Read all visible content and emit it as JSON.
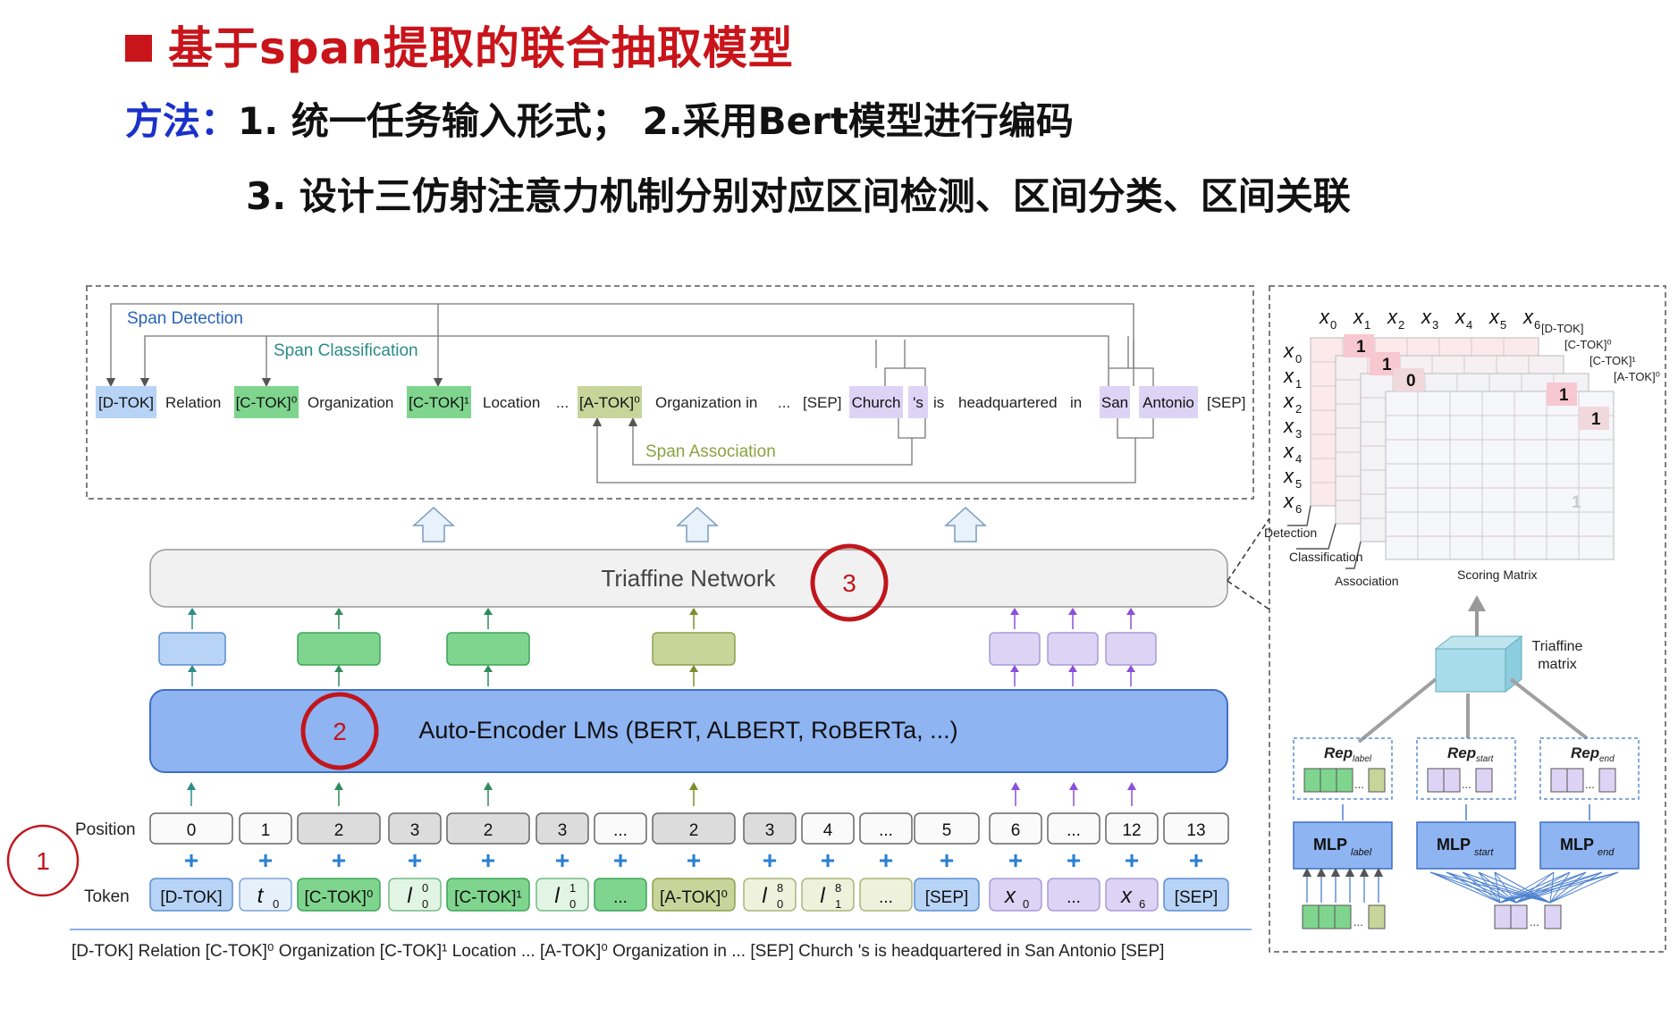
{
  "slide": {
    "title": "基于span提取的联合抽取模型",
    "method_label": "方法：",
    "method_line1": "1. 统一任务输入形式；   2.采用Bert模型进行编码",
    "method_line2": "3. 设计三仿射注意力机制分别对应区间检测、区间分类、区间关联"
  },
  "top_panel": {
    "span_detection": "Span Detection",
    "span_classification": "Span Classification",
    "span_association": "Span Association",
    "sequence": [
      {
        "text": "[D-TOK]",
        "style": "blue"
      },
      {
        "text": "Relation",
        "style": "none"
      },
      {
        "text": "[C-TOK]⁰",
        "style": "green"
      },
      {
        "text": "Organization",
        "style": "none"
      },
      {
        "text": "[C-TOK]¹",
        "style": "green"
      },
      {
        "text": "Location",
        "style": "none"
      },
      {
        "text": "...",
        "style": "none"
      },
      {
        "text": "[A-TOK]⁰",
        "style": "olive"
      },
      {
        "text": "Organization in",
        "style": "none"
      },
      {
        "text": "...",
        "style": "none"
      },
      {
        "text": "[SEP]",
        "style": "none"
      },
      {
        "text": "Church",
        "style": "purple"
      },
      {
        "text": "'s",
        "style": "purple"
      },
      {
        "text": "is",
        "style": "none"
      },
      {
        "text": "headquartered",
        "style": "none"
      },
      {
        "text": "in",
        "style": "none"
      },
      {
        "text": "San",
        "style": "purple"
      },
      {
        "text": "Antonio",
        "style": "purple"
      },
      {
        "text": "[SEP]",
        "style": "none"
      }
    ]
  },
  "network": {
    "triaffine": "Triaffine Network",
    "encoder": "Auto-Encoder LMs (BERT, ALBERT, RoBERTa, ...)",
    "markers": [
      "1",
      "2",
      "3"
    ]
  },
  "rows": {
    "position_label": "Position",
    "token_label": "Token",
    "positions": [
      "0",
      "1",
      "2",
      "3",
      "2",
      "3",
      "...",
      "2",
      "3",
      "4",
      "...",
      "5",
      "6",
      "...",
      "12",
      "13"
    ],
    "tokens": [
      {
        "text": "[D-TOK]",
        "style": "blue"
      },
      {
        "text": "t",
        "sub": "0",
        "style": "lightblue",
        "math": true
      },
      {
        "text": "[C-TOK]⁰",
        "style": "green"
      },
      {
        "text": "l",
        "sub": "0",
        "sup": "0",
        "style": "lightgreen",
        "math": true
      },
      {
        "text": "[C-TOK]¹",
        "style": "green"
      },
      {
        "text": "l",
        "sub": "0",
        "sup": "1",
        "style": "lightgreen",
        "math": true
      },
      {
        "text": "...",
        "style": "green"
      },
      {
        "text": "[A-TOK]⁰",
        "style": "olive"
      },
      {
        "text": "l",
        "sub": "0",
        "sup": "8",
        "style": "lightolive",
        "math": true
      },
      {
        "text": "l",
        "sub": "1",
        "sup": "8",
        "style": "lightolive",
        "math": true
      },
      {
        "text": "...",
        "style": "lightolive"
      },
      {
        "text": "[SEP]",
        "style": "blue"
      },
      {
        "text": "x",
        "sub": "0",
        "style": "purple",
        "math": true
      },
      {
        "text": "...",
        "style": "purple"
      },
      {
        "text": "x",
        "sub": "6",
        "style": "purple",
        "math": true
      },
      {
        "text": "[SEP]",
        "style": "blue"
      }
    ],
    "caption": "[D-TOK] Relation [C-TOK]⁰ Organization [C-TOK]¹ Location ... [A-TOK]⁰ Organization in ... [SEP] Church 's is headquartered in San Antonio [SEP]"
  },
  "right_panel": {
    "x_labels": [
      "x0",
      "x1",
      "x2",
      "x3",
      "x4",
      "x5",
      "x6"
    ],
    "layer_labels": [
      "[D-TOK]",
      "[C-TOK]⁰",
      "[C-TOK]¹",
      "[A-TOK]⁰"
    ],
    "matrix_values": [
      "1",
      "1",
      "0",
      "1",
      "1",
      "1"
    ],
    "detection": "Detection",
    "classification": "Classification",
    "association": "Association",
    "scoring_matrix": "Scoring Matrix",
    "triaffine_matrix": "Triaffine\nmatrix",
    "rep_labels": [
      {
        "base": "Rep",
        "sub": "label"
      },
      {
        "base": "Rep",
        "sub": "start"
      },
      {
        "base": "Rep",
        "sub": "end"
      }
    ],
    "mlp_labels": [
      {
        "base": "MLP",
        "sub": "label"
      },
      {
        "base": "MLP",
        "sub": "start"
      },
      {
        "base": "MLP",
        "sub": "end"
      }
    ]
  },
  "colors": {
    "title_red": "#c8141a",
    "method_blue": "#1a31c9",
    "blue_tok": "#b7d3f5",
    "green_tok": "#7fd58e",
    "olive_tok": "#c7d59a",
    "purple_tok": "#ddd4f5",
    "encoder": "#8eb4f2",
    "marker": "#c0161d"
  }
}
